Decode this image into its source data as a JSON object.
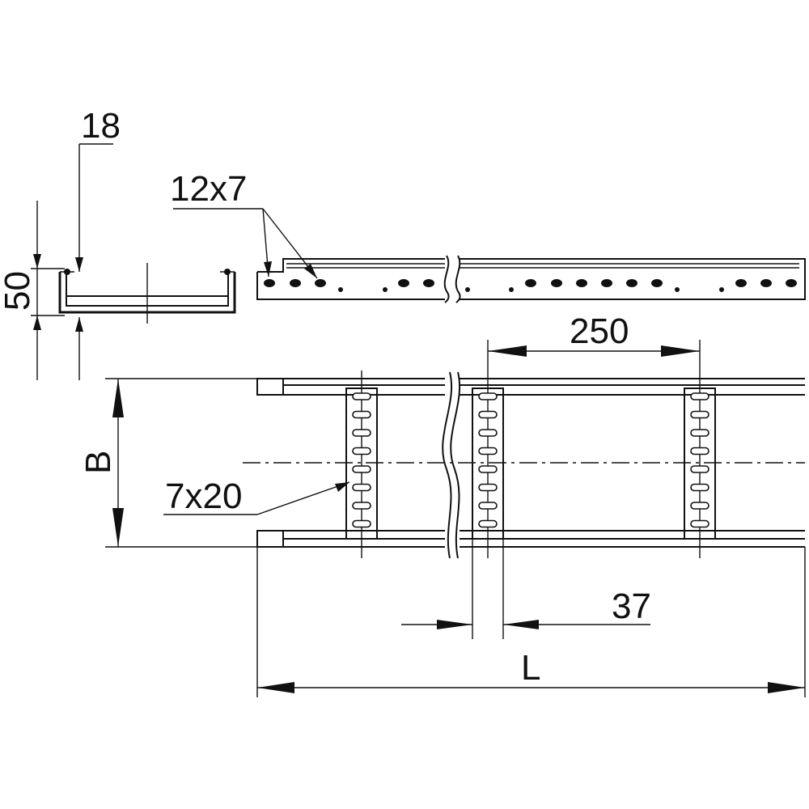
{
  "drawing": {
    "title": "",
    "labels": {
      "flange_width": "18",
      "height": "50",
      "hole_size_side": "12x7",
      "rung_pitch": "250",
      "width_symbol": "B",
      "slot_size": "7x20",
      "rung_offset": "37",
      "length_symbol": "L"
    },
    "colors": {
      "line": "#111111",
      "background": "#ffffff"
    }
  }
}
